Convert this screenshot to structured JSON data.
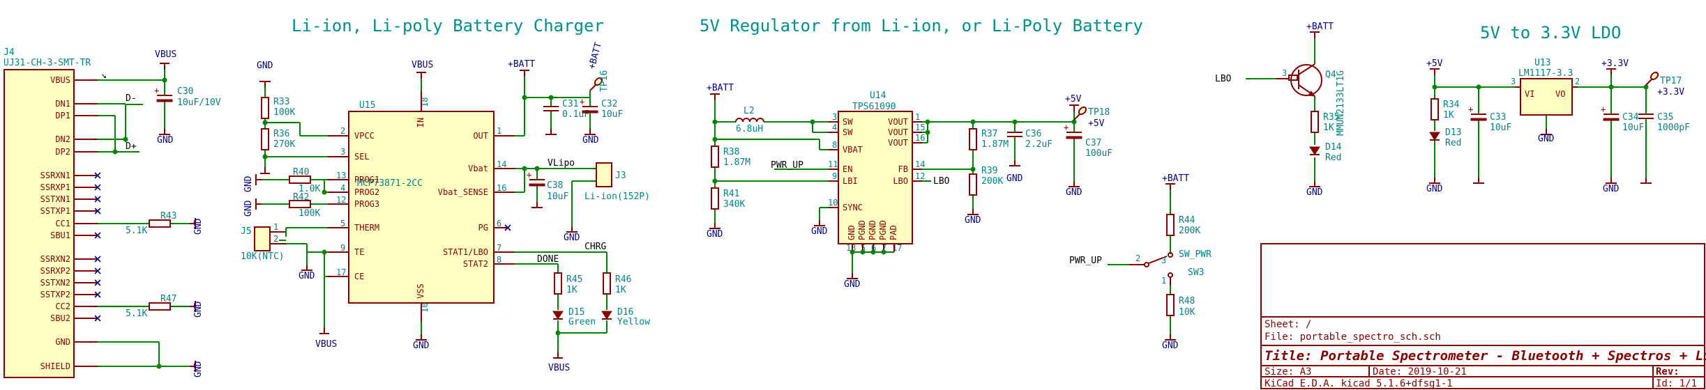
{
  "sections": {
    "charger": "Li-ion, Li-poly Battery Charger",
    "regulator": "5V Regulator from Li-ion, or Li-Poly Battery",
    "ldo": "5V to 3.3V LDO"
  },
  "j4": {
    "ref": "J4",
    "value": "UJ31-CH-3-SMT-TR",
    "pins": [
      "VBUS",
      "DN1",
      "DP1",
      "DN2",
      "DP2",
      "SSRXN1",
      "SSRXP1",
      "SSTXN1",
      "SSTXP1",
      "CC1",
      "SBU1",
      "SSRXN2",
      "SSRXP2",
      "SSTXN2",
      "SSTXP2",
      "CC2",
      "SBU2",
      "GND",
      "SHIELD"
    ]
  },
  "c30": {
    "ref": "C30",
    "value": "10uF/10V"
  },
  "r43": {
    "ref": "R43",
    "value": "5.1K"
  },
  "r47": {
    "ref": "R47",
    "value": "5.1K"
  },
  "r33": {
    "ref": "R33",
    "value": "100K"
  },
  "r36": {
    "ref": "R36",
    "value": "270K"
  },
  "r40": {
    "ref": "R40",
    "value": "1.0K"
  },
  "r42": {
    "ref": "R42",
    "value": "100K"
  },
  "j5": {
    "ref": "J5",
    "value": "10K(NTC)"
  },
  "u15": {
    "ref": "U15",
    "value": "MCP73871-2CC",
    "left_pins": [
      {
        "num": "2",
        "name": "VPCC"
      },
      {
        "num": "3",
        "name": "SEL"
      },
      {
        "num": "13",
        "name": "PROG1"
      },
      {
        "num": "4",
        "name": "PROG2"
      },
      {
        "num": "12",
        "name": "PROG3"
      },
      {
        "num": "5",
        "name": "THERM"
      },
      {
        "num": "9",
        "name": "TE"
      },
      {
        "num": "17",
        "name": "CE"
      }
    ],
    "right_pins": [
      {
        "num": "1",
        "name": "OUT"
      },
      {
        "num": "14",
        "name": "Vbat"
      },
      {
        "num": "16",
        "name": "Vbat_SENSE"
      },
      {
        "num": "6",
        "name": "PG"
      },
      {
        "num": "7",
        "name": "STAT1/LBO"
      },
      {
        "num": "8",
        "name": "STAT2"
      }
    ],
    "top_pin": {
      "num": "18",
      "name": "IN"
    },
    "bottom_pin": {
      "num": "10",
      "name": "VSS"
    }
  },
  "c31": {
    "ref": "C31",
    "value": "0.1uF"
  },
  "c32": {
    "ref": "C32",
    "value": "10uF"
  },
  "c38": {
    "ref": "C38",
    "value": "10uF"
  },
  "tp16": {
    "ref": "TP16",
    "value": "+BATT"
  },
  "j3": {
    "ref": "J3",
    "value": "Li-ion(152P)"
  },
  "r45": {
    "ref": "R45",
    "value": "1K"
  },
  "r46": {
    "ref": "R46",
    "value": "1K"
  },
  "d15": {
    "ref": "D15",
    "value": "Green"
  },
  "d16": {
    "ref": "D16",
    "value": "Yellow"
  },
  "l2": {
    "ref": "L2",
    "value": "6.8uH"
  },
  "r38": {
    "ref": "R38",
    "value": "1.87M"
  },
  "r41": {
    "ref": "R41",
    "value": "340K"
  },
  "u14": {
    "ref": "U14",
    "value": "TPS61090",
    "left_pins": [
      {
        "num": "3",
        "name": "SW"
      },
      {
        "num": "4",
        "name": "SW"
      },
      {
        "num": "8",
        "name": "VBAT"
      },
      {
        "num": "11",
        "name": "EN"
      },
      {
        "num": "9",
        "name": "LBI"
      },
      {
        "num": "10",
        "name": "SYNC"
      }
    ],
    "right_pins": [
      {
        "num": "1",
        "name": "VOUT"
      },
      {
        "num": "15",
        "name": "VOUT"
      },
      {
        "num": "16",
        "name": "VOUT"
      },
      {
        "num": "14",
        "name": "FB"
      },
      {
        "num": "12",
        "name": "LBO"
      }
    ],
    "bottom_pins": [
      {
        "num": "13",
        "name": "GND"
      },
      {
        "num": "5",
        "name": "PGND"
      },
      {
        "num": "6",
        "name": "PGND"
      },
      {
        "num": "7",
        "name": "PGND"
      },
      {
        "num": "17",
        "name": "PAD"
      }
    ]
  },
  "r37": {
    "ref": "R37",
    "value": "1.87M"
  },
  "r39": {
    "ref": "R39",
    "value": "200K"
  },
  "c36": {
    "ref": "C36",
    "value": "2.2uF"
  },
  "c37": {
    "ref": "C37",
    "value": "100uF"
  },
  "tp18": {
    "ref": "TP18",
    "value": "+5V"
  },
  "q4": {
    "ref": "Q4",
    "value": "MMUN2133LT1G"
  },
  "r35": {
    "ref": "R35",
    "value": "1K"
  },
  "d14": {
    "ref": "D14",
    "value": "Red"
  },
  "r44": {
    "ref": "R44",
    "value": "200K"
  },
  "r48": {
    "ref": "R48",
    "value": "10K"
  },
  "sw3": {
    "ref": "SW3",
    "value": "SW_PWR"
  },
  "r34": {
    "ref": "R34",
    "value": "1K"
  },
  "d13": {
    "ref": "D13",
    "value": "Red"
  },
  "c33": {
    "ref": "C33",
    "value": "10uF"
  },
  "u13": {
    "ref": "U13",
    "value": "LM1117-3.3",
    "vi": "VI",
    "vo": "VO",
    "gnd": "GND"
  },
  "c34": {
    "ref": "C34",
    "value": "10uF"
  },
  "c35": {
    "ref": "C35",
    "value": "1000pF"
  },
  "tp17": {
    "ref": "TP17",
    "value": "+3.3V"
  },
  "power": {
    "vbus": "VBUS",
    "gnd": "GND",
    "batt": "+BATT",
    "v5": "+5V",
    "v33": "+3.3V"
  },
  "nets": {
    "dminus": "D-",
    "dplus": "D+",
    "vlipo": "VLipo",
    "pwr_up": "PWR_UP",
    "lbo": "LBO",
    "done": "DONE",
    "chrg": "CHRG"
  },
  "pinnums": {
    "n1": "1",
    "n2": "2",
    "n3": "3"
  },
  "title_block": {
    "sheet_label": "Sheet: /",
    "file_label": "File: portable_spectro_sch.sch",
    "title": "Title: Portable Spectrometer - Bluetooth + Spectros + Li-P",
    "size_label": "Size: A3",
    "date_label": "Date: 2019-10-21",
    "rev_label": "Rev:",
    "tool_label": "KiCad E.D.A.  kicad 5.1.6+dfsg1-1",
    "id_label": "Id: 1/1"
  }
}
